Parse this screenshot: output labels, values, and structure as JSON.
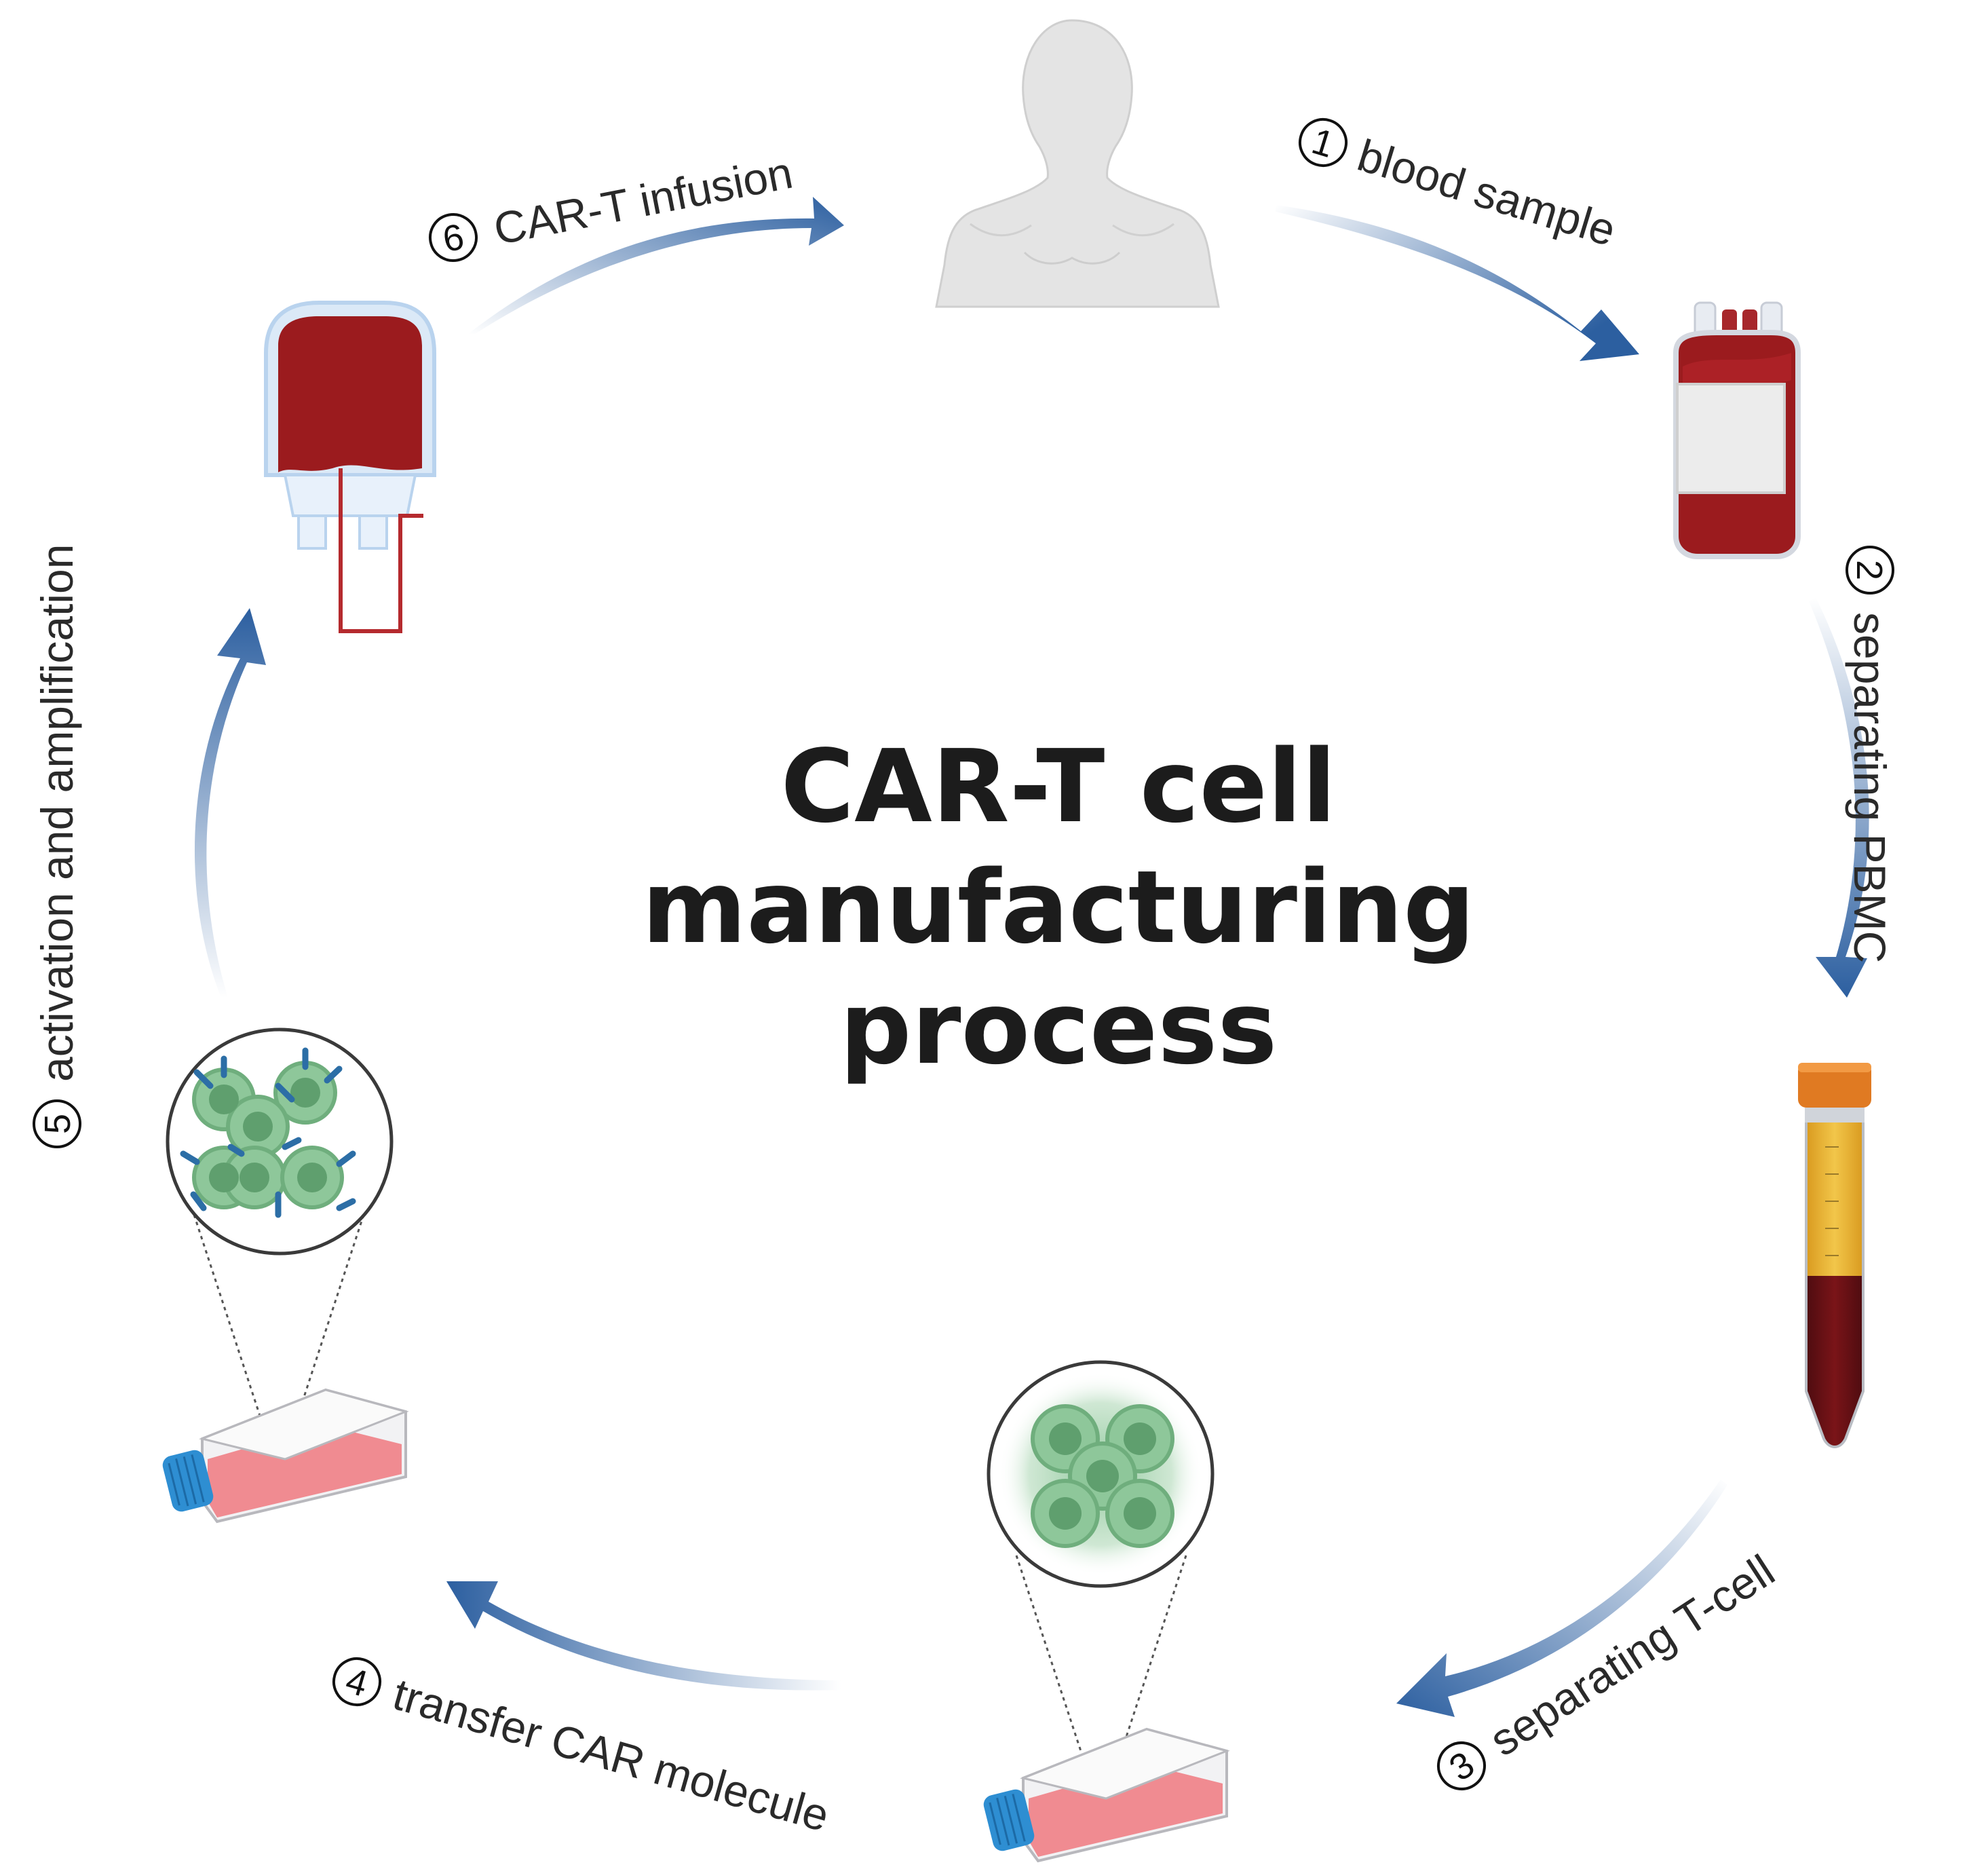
{
  "title": {
    "line1": "CAR-T cell",
    "line2": "manufacturing",
    "line3": "process"
  },
  "steps": [
    {
      "number": "1",
      "label": "blood sample"
    },
    {
      "number": "2",
      "label": "separating PBMC"
    },
    {
      "number": "3",
      "label": "separating T-cell"
    },
    {
      "number": "4",
      "label": "transfer CAR molecule"
    },
    {
      "number": "5",
      "label": "activation and amplification"
    },
    {
      "number": "6",
      "label": "CAR-T infusion"
    }
  ],
  "colors": {
    "arrow": "#2c5fa0",
    "blood": "#9b1b1e",
    "cap_orange": "#e07a22",
    "plasma_yellow": "#e9b532",
    "flask_pink": "#ef7f86",
    "flask_cap_blue": "#2e8ed2",
    "cell_green": "#7fbf8e",
    "body_silhouette": "#e3e3e3"
  }
}
